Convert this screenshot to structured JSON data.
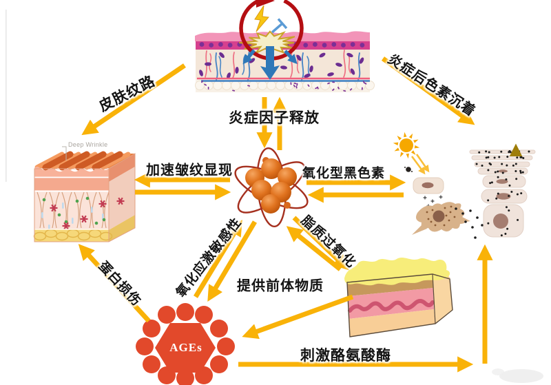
{
  "diagram": {
    "labels": {
      "skin_texture": "皮肤纹路",
      "post_inflammatory_pigmentation": "炎症后色素沉着",
      "inflammatory_factor_release": "炎症因子释放",
      "accelerate_wrinkle_appearance": "加速皱纹显现",
      "oxidized_melanin": "氧化型黑色素",
      "lipid_peroxidation": "脂质过氧化",
      "oxidative_stress_sensitivity": "氧化应激敏感性",
      "protein_damage": "蛋白损伤",
      "provide_precursor_substance": "提供前体物质",
      "stimulate_tyrosinase": "刺激酪氨酸酶"
    },
    "nodes": {
      "ages_label": "AGEs",
      "deep_wrinkle_label": "Deep Wrinkle"
    },
    "icon_names": [
      "inflamed-skin-illustration",
      "wrinkled-skin-block-illustration",
      "free-radical-molecule-illustration",
      "uv-sun-icon",
      "melanocyte-illustration",
      "melanin-transfer-stack-illustration",
      "sebum-skin-block-illustration",
      "ages-molecule-illustration",
      "lightning-bolt-icon",
      "inflammation-cycle-icon"
    ],
    "colors": {
      "arrow_yellow": "#F9B208",
      "melanin_arrow_olive": "#9E7D09",
      "inflammation_cycle_red": "#B40E12",
      "ages_red": "#E2492B",
      "free_radical_orange": "#D96A1F",
      "label_text": "#141414"
    }
  }
}
